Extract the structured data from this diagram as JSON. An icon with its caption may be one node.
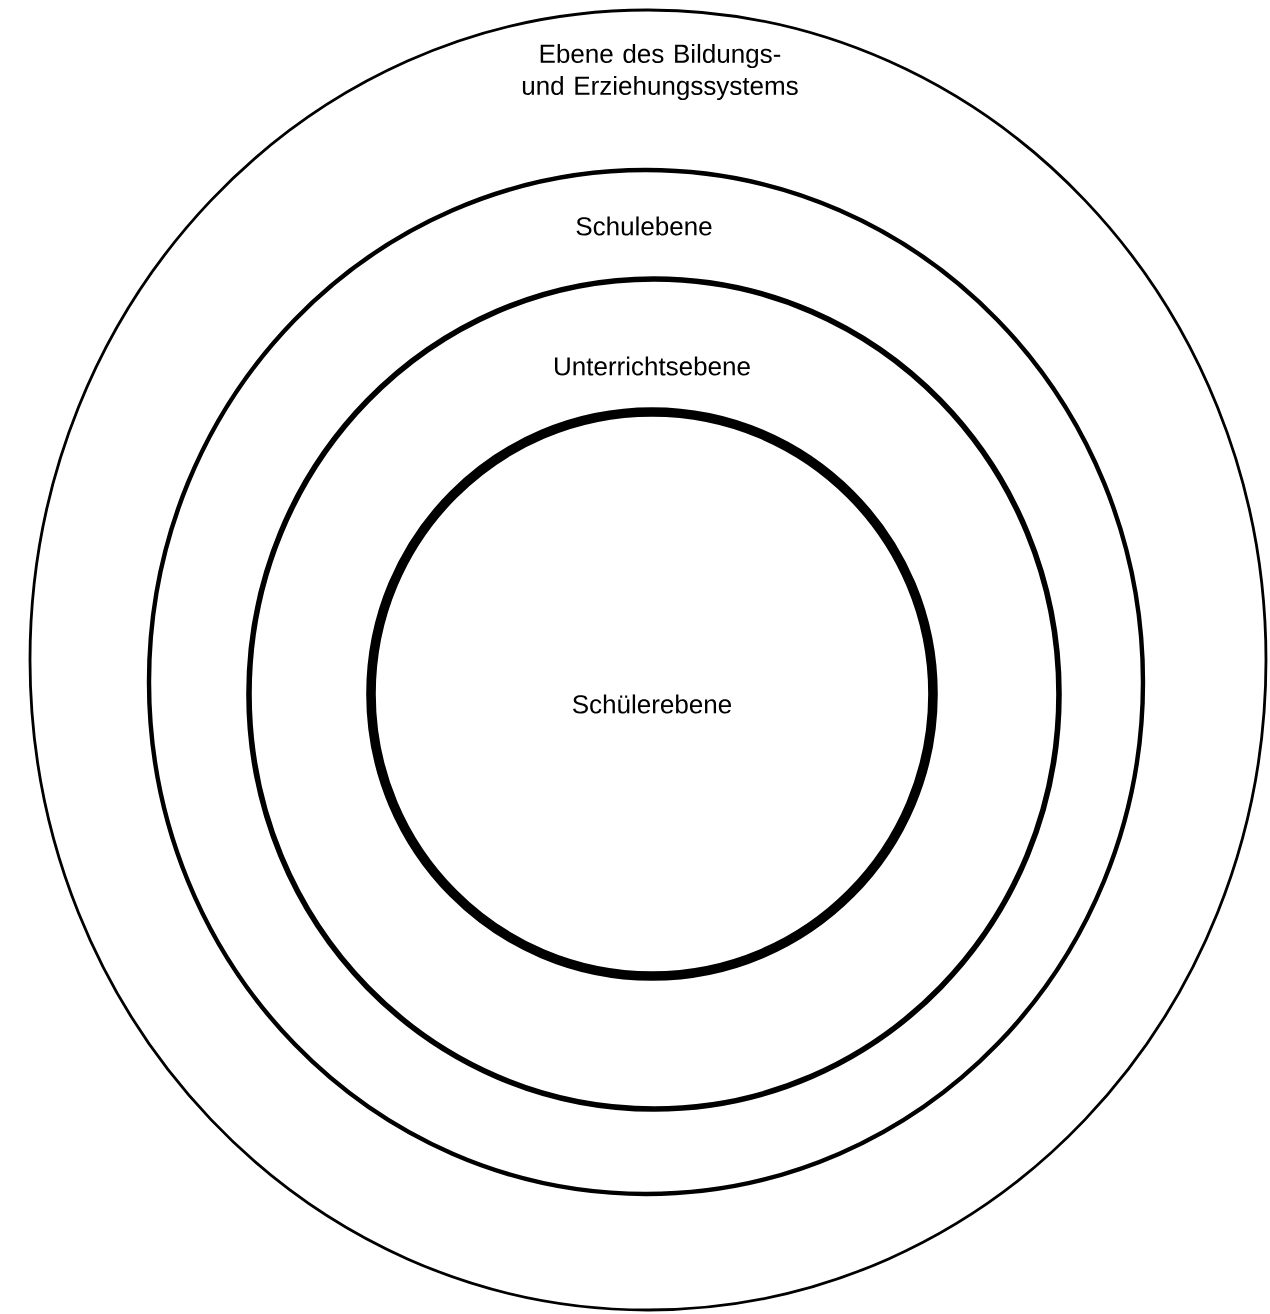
{
  "diagram": {
    "nodes": [
      {
        "text": [
          "Ebene des Bildungs- und Erziehungssystems"
        ]
      },
      {
        "text": [
          "Schulebene"
        ],
        "in": 0
      },
      {
        "text": [
          "Unterrichtsebene"
        ],
        "in": 1
      },
      {
        "text": [
          "Schülerebene"
        ],
        "in": 2
      }
    ]
  }
}
